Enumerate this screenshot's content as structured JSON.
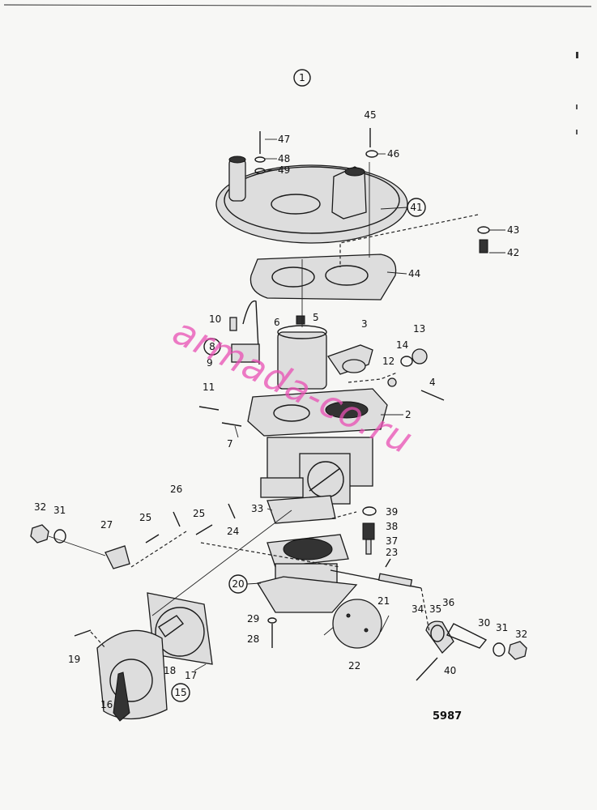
{
  "header_marker": "1",
  "watermark": "armada-co.ru",
  "figure_number": "5987",
  "labels": {
    "l2": "2",
    "l3": "3",
    "l4": "4",
    "l5": "5",
    "l6": "6",
    "l7": "7",
    "l8": "8",
    "l9": "9",
    "l10": "10",
    "l11": "11",
    "l12": "12",
    "l13": "13",
    "l14": "14",
    "l15": "15",
    "l16": "16",
    "l17": "17",
    "l18": "18",
    "l19": "19",
    "l20": "20",
    "l21": "21",
    "l22": "22",
    "l23": "23",
    "l24": "24",
    "l25a": "25",
    "l25b": "25",
    "l26": "26",
    "l27": "27",
    "l28": "28",
    "l29": "29",
    "l30": "30",
    "l31a": "31",
    "l31b": "31",
    "l32a": "32",
    "l32b": "32",
    "l33": "33",
    "l34": "34",
    "l35": "35",
    "l36": "36",
    "l37": "37",
    "l38": "38",
    "l39": "39",
    "l40": "40",
    "l41": "41",
    "l42": "42",
    "l43": "43",
    "l44": "44",
    "l45": "45",
    "l46": "46",
    "l47": "47",
    "l48": "48",
    "l49": "49"
  }
}
